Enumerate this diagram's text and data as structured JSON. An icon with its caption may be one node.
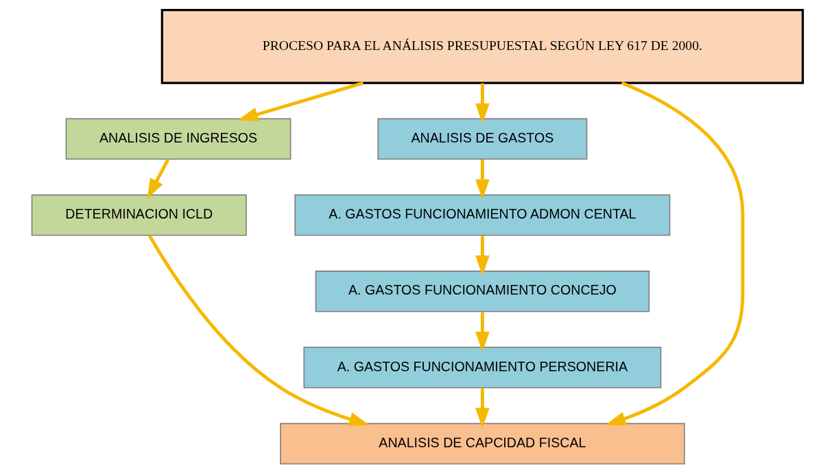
{
  "diagram": {
    "nodes": [
      {
        "text": [
          "PROCESO PARA EL ANÁLISIS PRESUPUESTAL SEGÚN LEY 617 DE 2000."
        ]
      },
      {
        "text": [
          "ANALISIS DE INGRESOS"
        ]
      },
      {
        "text": [
          "DETERMINACION ICLD"
        ]
      },
      {
        "text": [
          "ANALISIS DE GASTOS"
        ]
      },
      {
        "text": [
          "A. GASTOS FUNCIONAMIENTO ADMON CENTAL"
        ]
      },
      {
        "text": [
          "A. GASTOS FUNCIONAMIENTO CONCEJO"
        ]
      },
      {
        "text": [
          "A. GASTOS FUNCIONAMIENTO PERSONERIA"
        ]
      },
      {
        "text": [
          "ANALISIS DE CAPCIDAD FISCAL"
        ]
      }
    ],
    "edges": [
      {
        "from": 0,
        "to": 1,
        "arrow": "to"
      },
      {
        "from": 1,
        "to": 2,
        "arrow": "to"
      },
      {
        "from": 2,
        "to": 7,
        "arrow": "to"
      },
      {
        "from": 0,
        "to": 7,
        "arrow": "to"
      },
      {
        "from": 0,
        "to": 3,
        "arrow": "to"
      },
      {
        "from": 3,
        "to": 4,
        "arrow": "to"
      },
      {
        "from": 4,
        "to": 5,
        "arrow": "to"
      },
      {
        "from": 5,
        "to": 6,
        "arrow": "to"
      },
      {
        "from": 6,
        "to": 7,
        "arrow": "to"
      }
    ]
  }
}
